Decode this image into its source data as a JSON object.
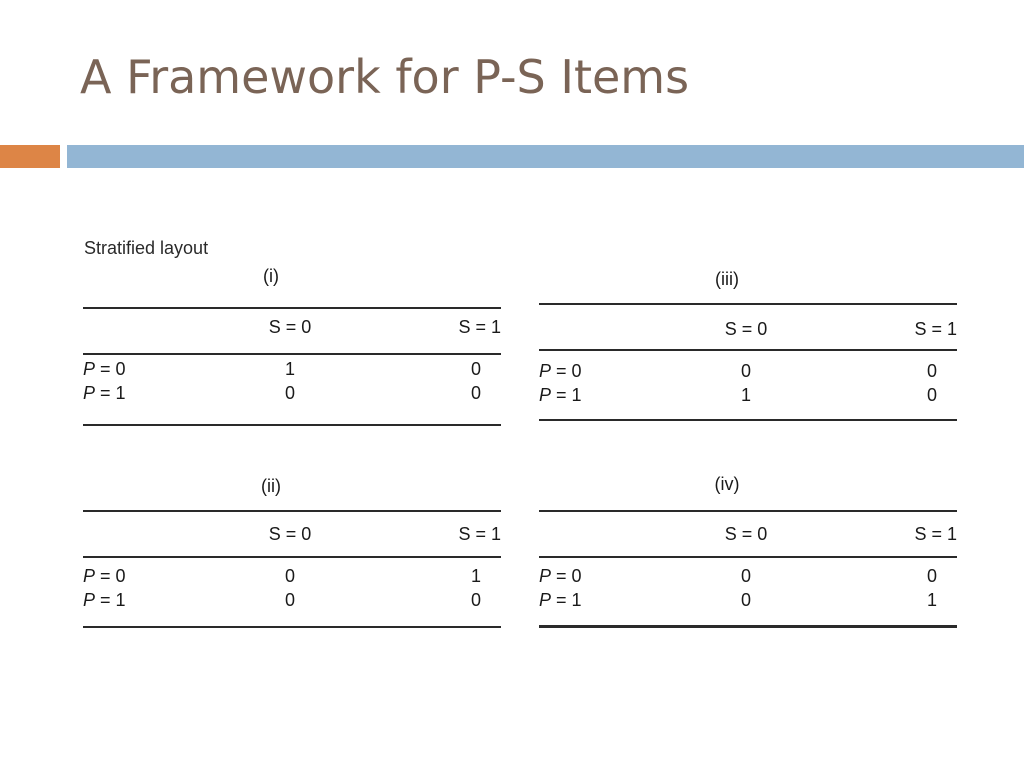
{
  "slide": {
    "title": "A Framework for P-S Items",
    "section_label": "Stratified layout"
  },
  "columns": {
    "s0": "S = 0",
    "s1": "S = 1"
  },
  "rows": {
    "p0_var": "P",
    "p0_eq": " = 0",
    "p1_var": "P",
    "p1_eq": " = 1"
  },
  "panels": [
    {
      "label": "(i)",
      "cells": {
        "p0_s0": "1",
        "p0_s1": "0",
        "p1_s0": "0",
        "p1_s1": "0"
      }
    },
    {
      "label": "(ii)",
      "cells": {
        "p0_s0": "0",
        "p0_s1": "1",
        "p1_s0": "0",
        "p1_s1": "0"
      }
    },
    {
      "label": "(iii)",
      "cells": {
        "p0_s0": "0",
        "p0_s1": "0",
        "p1_s0": "1",
        "p1_s1": "0"
      }
    },
    {
      "label": "(iv)",
      "cells": {
        "p0_s0": "0",
        "p0_s1": "0",
        "p1_s0": "0",
        "p1_s1": "1"
      }
    }
  ],
  "colors": {
    "title": "#7a6456",
    "accent_orange": "#dd8546",
    "accent_blue": "#93b6d4"
  }
}
